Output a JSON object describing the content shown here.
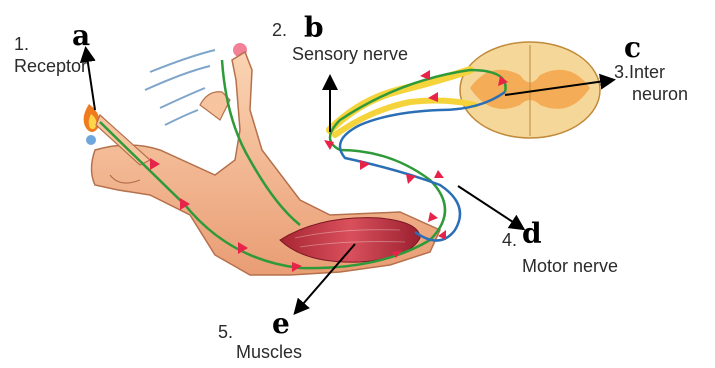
{
  "labels": {
    "receptor": {
      "num": "1.",
      "name": "Receptor",
      "letter": "a"
    },
    "sensory": {
      "num": "2.",
      "name": "Sensory nerve",
      "letter": "b"
    },
    "inter": {
      "line1": "3.Inter",
      "line2": "neuron",
      "letter": "c"
    },
    "motor": {
      "num": "4.",
      "name": "Motor nerve",
      "letter": "d"
    },
    "muscles": {
      "num": "5.",
      "name": "Muscles",
      "letter": "e"
    }
  },
  "colors": {
    "skin": "#f7c29a",
    "skin_shadow": "#e39a72",
    "sensory_nerve": "#f5d33b",
    "sensory_path": "#2f9a3a",
    "motor_path": "#2a6fb5",
    "arrowhead": "#e8234a",
    "muscle": "#c83a48",
    "spinal_cord": "#f6d79a",
    "grey_matter": "#f3a64a"
  }
}
